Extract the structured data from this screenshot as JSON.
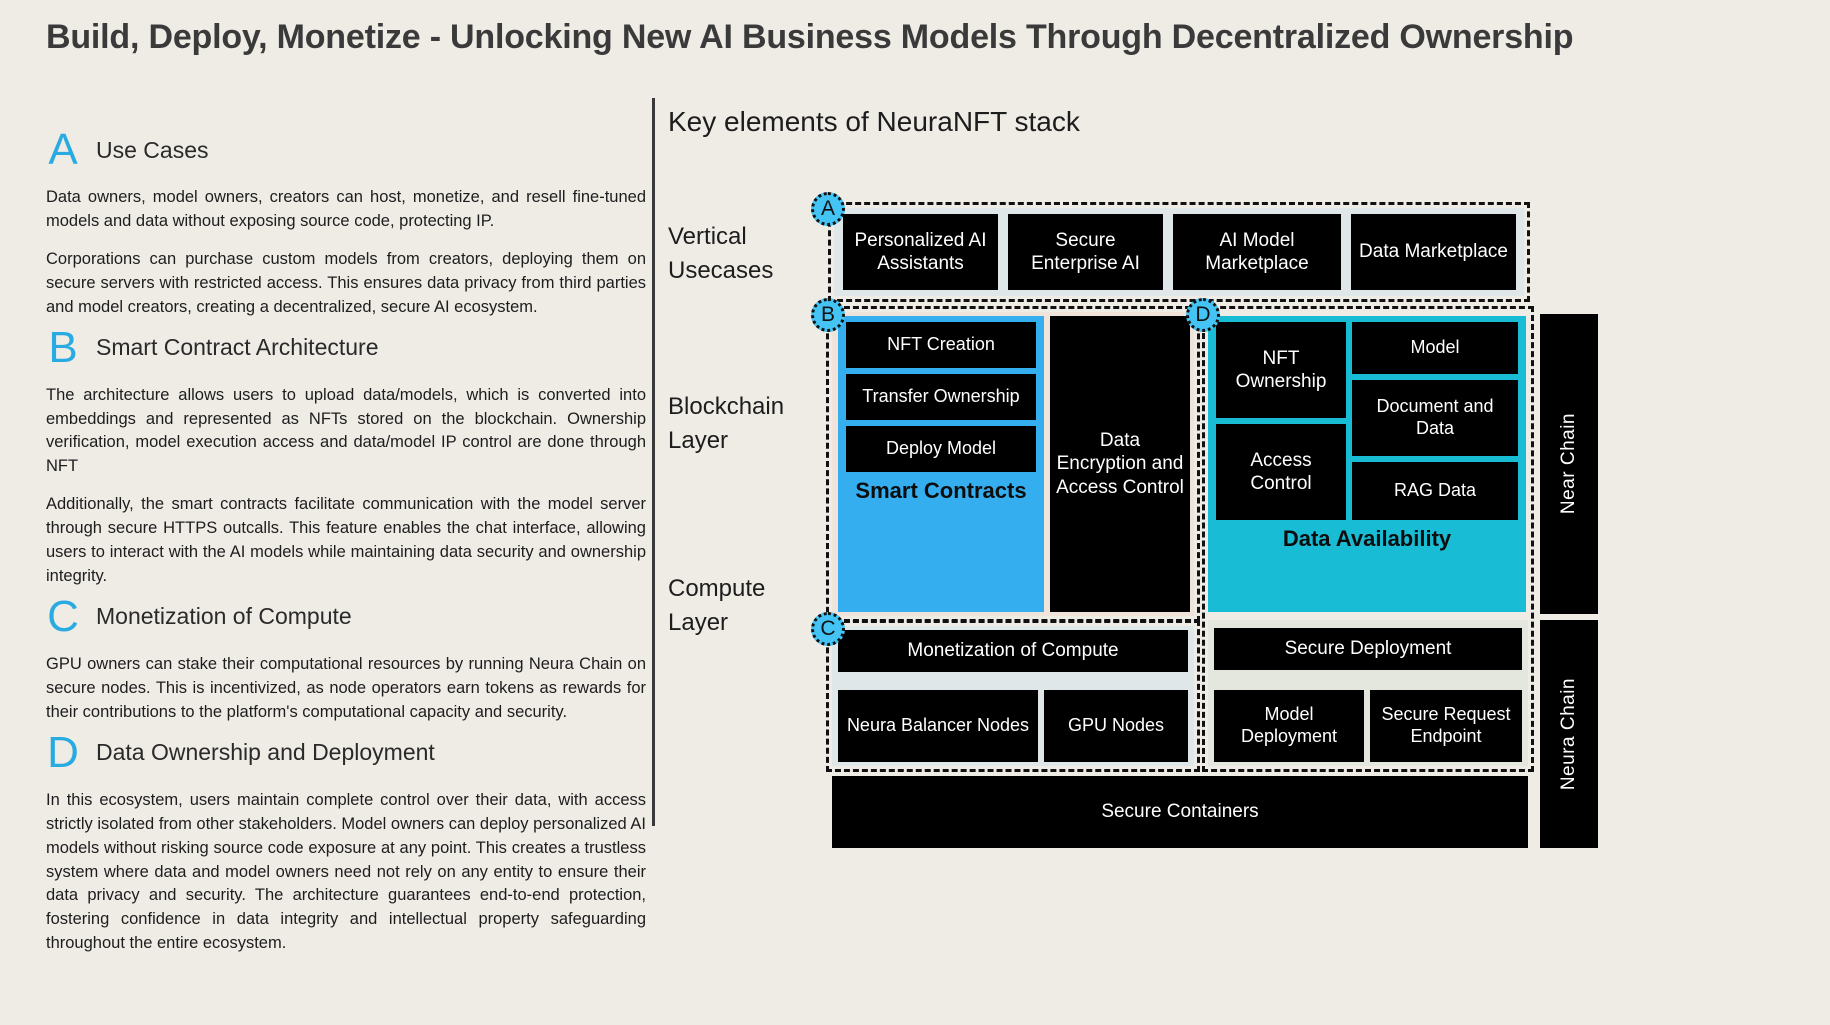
{
  "title": "Build, Deploy, Monetize - Unlocking New AI Business Models Through Decentralized Ownership",
  "left_column": {
    "sections": [
      {
        "letter": "A",
        "heading": "Use Cases",
        "paragraphs": [
          "Data owners, model owners, creators can host, monetize, and resell fine-tuned models and data without exposing source code, protecting IP.",
          "Corporations can purchase custom models from creators, deploying them on secure servers with restricted access. This ensures data privacy from third parties and model creators, creating a decentralized, secure AI ecosystem."
        ]
      },
      {
        "letter": "B",
        "heading": "Smart Contract Architecture",
        "paragraphs": [
          "The architecture allows users to upload data/models, which is converted into embeddings and represented as NFTs stored on the blockchain.  Ownership verification, model execution access and data/model IP control are done through NFT",
          "Additionally, the smart contracts facilitate communication with the model server through secure HTTPS outcalls. This feature enables the chat interface, allowing users to interact with the AI models while maintaining data security and ownership integrity."
        ]
      },
      {
        "letter": "C",
        "heading": "Monetization of Compute",
        "paragraphs": [
          "GPU owners can stake their computational resources by running Neura Chain on secure nodes. This is incentivized, as node operators earn tokens as rewards for their contributions to the platform's computational capacity and security."
        ]
      },
      {
        "letter": "D",
        "heading": "Data Ownership and Deployment",
        "paragraphs": [
          "In this ecosystem, users maintain complete control over their data, with access strictly isolated from other stakeholders. Model owners can deploy personalized AI models without risking source code exposure at any point. This creates a trustless system where data and model owners need not rely on any entity to ensure their data privacy and security. The architecture guarantees end-to-end protection, fostering confidence in data integrity and intellectual property safeguarding throughout the entire ecosystem."
        ]
      }
    ]
  },
  "diagram": {
    "title": "Key elements of NeuraNFT stack",
    "row_labels": {
      "vertical_usecases": "Vertical\nUsecases",
      "blockchain_layer": "Blockchain\nLayer",
      "compute_layer": "Compute\nLayer"
    },
    "markers": [
      "A",
      "B",
      "C",
      "D"
    ],
    "vertical_usecases": [
      "Personalized AI Assistants",
      "Secure Enterprise AI",
      "AI Model Marketplace",
      "Data Marketplace"
    ],
    "smart_contracts": {
      "caption": "Smart Contracts",
      "items": [
        "NFT Creation",
        "Transfer Ownership",
        "Deploy Model"
      ]
    },
    "data_encryption": "Data Encryption and Access Control",
    "data_availability": {
      "caption": "Data Availability",
      "left_items": [
        "NFT Ownership",
        "Access Control"
      ],
      "right_items": [
        "Model",
        "Document and Data",
        "RAG Data"
      ]
    },
    "compute_left": {
      "header": "Monetization of Compute",
      "items": [
        "Neura Balancer Nodes",
        "GPU Nodes"
      ]
    },
    "compute_right": {
      "header": "Secure Deployment",
      "items": [
        "Model Deployment",
        "Secure Request Endpoint"
      ]
    },
    "secure_containers": "Secure Containers",
    "chains": [
      "Near Chain",
      "Neura Chain"
    ],
    "colors": {
      "accent_blue": "#29ABE2",
      "smart_contracts_panel": "#35AEEF",
      "data_availability_panel": "#18BCD4",
      "background": "#efece6",
      "box_fill": "#000000"
    }
  }
}
